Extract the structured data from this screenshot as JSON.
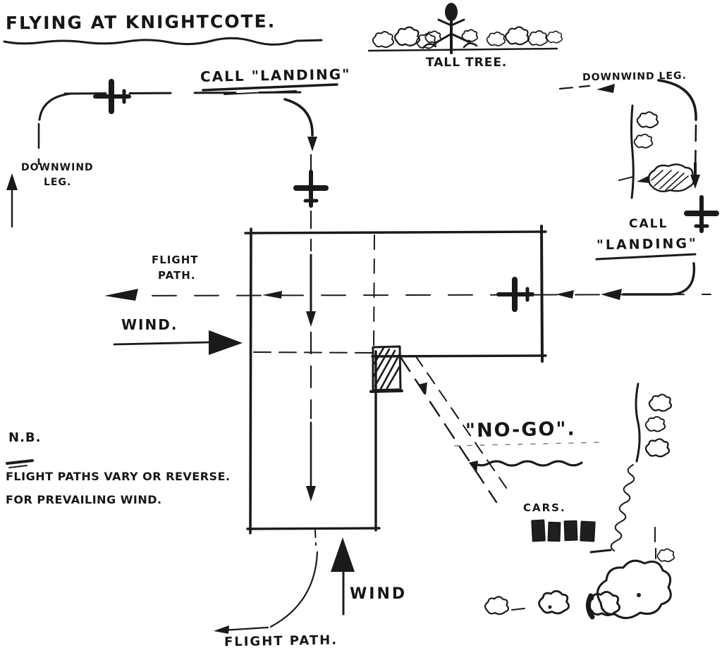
{
  "title": "FLYING AT KNIGHTCOTE.",
  "labels": {
    "tall_tree": "TALL TREE.",
    "downwind_leg_right": "DOWNWIND LEG.",
    "downwind_left_1": "DOWNWIND",
    "downwind_left_2": "LEG.",
    "call_landing_top": "CALL \"LANDING\"",
    "call_right": "CALL",
    "landing_right": "\"LANDING\"",
    "flight_path_left_1": "FLIGHT",
    "flight_path_left_2": "PATH.",
    "wind_left": "WIND.",
    "no_go": "\"NO-GO\".",
    "nb": "N.B.",
    "note_line_1": "FLIGHT PATHS VARY OR REVERSE.",
    "note_line_2": "FOR PREVAILING WIND.",
    "cars": "CARS.",
    "wind_bottom": "WIND",
    "flight_path_bottom": "FLIGHT PATH."
  },
  "colors": {
    "ink": "#1a1a1a",
    "paper": "#ffffff"
  }
}
